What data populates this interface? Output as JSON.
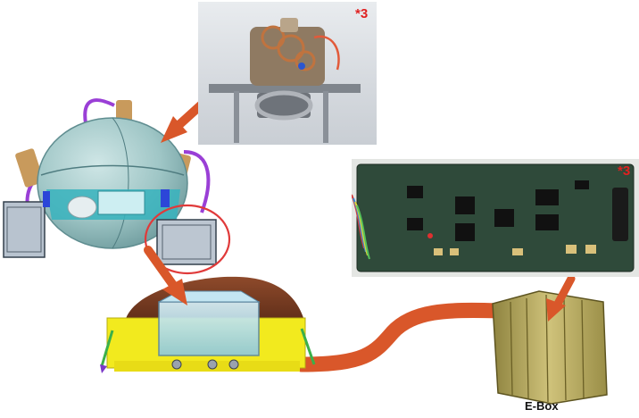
{
  "annotations": {
    "top_photo_mark": "*3",
    "board_photo_mark": "*3"
  },
  "labels": {
    "ebox": "E-Box"
  },
  "colors": {
    "arrow": "#d9572a",
    "highlight_circle": "#e03a3a",
    "cable": "#9a3fd6",
    "sphere": "#9fc6c6",
    "base_yellow": "#f2ea1e",
    "dome_brown": "#7b3e24",
    "ebox_olive": "#b8ac5a",
    "pcb_green": "#2f4a3a"
  }
}
